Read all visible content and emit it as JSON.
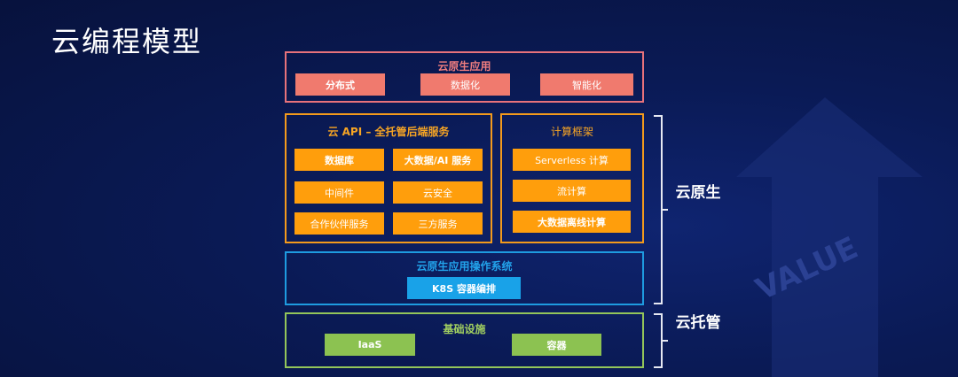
{
  "title": "云编程模型",
  "watermark": "VALUE",
  "cloud_native_app": {
    "title": "云原生应用",
    "items": [
      "分布式",
      "数据化",
      "智能化"
    ]
  },
  "cloud_api": {
    "title": "云 API – 全托管后端服务",
    "items": [
      "数据库",
      "大数据/AI 服务",
      "中间件",
      "云安全",
      "合作伙伴服务",
      "三方服务"
    ]
  },
  "compute_framework": {
    "title": "计算框架",
    "items": [
      "Serverless 计算",
      "流计算",
      "大数据离线计算"
    ]
  },
  "cloud_native_os": {
    "title": "云原生应用操作系统",
    "items": [
      "K8S 容器编排"
    ]
  },
  "infrastructure": {
    "title": "基础设施",
    "items": [
      "IaaS",
      "容器"
    ]
  },
  "side_labels": {
    "cloud_native": "云原生",
    "cloud_hosted": "云托管"
  },
  "colors": {
    "background": "#0a1a55",
    "app": "#f07a6e",
    "api": "#ff9e0c",
    "os": "#19a2e8",
    "infra": "#8cc251"
  }
}
